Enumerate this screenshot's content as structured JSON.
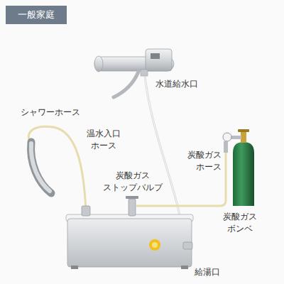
{
  "diagram": {
    "title": "一般家庭",
    "labels": [
      "水道給水口",
      "シャワーホース",
      "温水入口 ホース",
      "炭酸ガス ホース",
      "炭酸ガス ストップバルブ",
      "炭酸ガス ボンベ",
      "給湯口"
    ]
  }
}
